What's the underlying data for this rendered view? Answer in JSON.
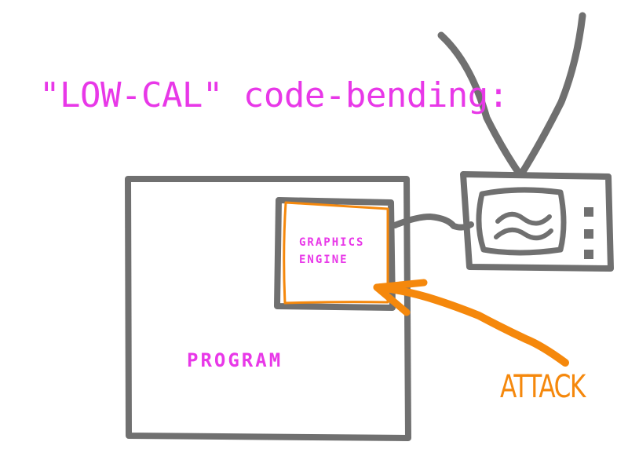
{
  "title": "\"LOW-CAL\" code-bending:",
  "program": {
    "label": "PROGRAM"
  },
  "graphics_engine": {
    "line1": "GRAPHICS",
    "line2": "ENGINE"
  },
  "attack": {
    "label": "ATTACK"
  },
  "icons": {
    "tv": "television-icon",
    "arrow": "attack-arrow"
  },
  "colors": {
    "text_magenta": "#e838e8",
    "box_gray": "#707070",
    "attack_orange": "#f5880c",
    "background": "#ffffff"
  }
}
